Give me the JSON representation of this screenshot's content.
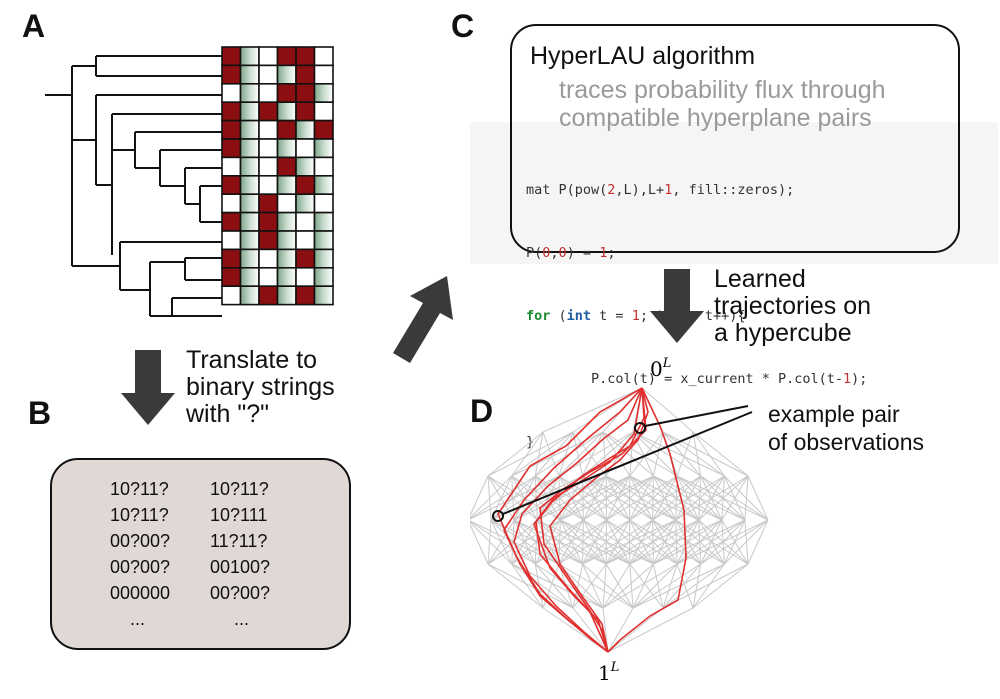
{
  "panels": {
    "a": {
      "letter": "A"
    },
    "b": {
      "letter": "B",
      "caption": [
        "Translate to",
        "binary strings",
        "with \"?\""
      ],
      "strings_left": [
        "10?11?",
        "10?11?",
        "00?00?",
        "00?00?",
        "000000",
        "..."
      ],
      "strings_right": [
        "10?11?",
        "10?111",
        "11?11?",
        "00100?",
        "00?00?",
        "..."
      ]
    },
    "c": {
      "letter": "C",
      "title": "HyperLAU algorithm",
      "subtitle": [
        "traces probability flux through",
        "compatible hyperplane pairs"
      ],
      "code": [
        "mat P(pow(2,L),L+1, fill::zeros);",
        "P(0,0) = 1;",
        "for (int t = 1; t<=L; t++){",
        "        P.col(t) = x_current * P.col(t-1);",
        "}"
      ],
      "caption": [
        "Learned",
        "trajectories on",
        "a hypercube"
      ]
    },
    "d": {
      "letter": "D",
      "top_label": "0",
      "bottom_label": "1",
      "exponent": "L",
      "annotation": [
        "example pair",
        "of observations"
      ]
    }
  },
  "colors": {
    "dark_red": "#8b0f10",
    "cell_green": "#a9c9b2",
    "trajectory_red": "#e03030",
    "grid_grey": "#c8c8c8",
    "arrow_grey": "#3a3a3a"
  },
  "matrix": {
    "rows": [
      "RGWRRW",
      "RGWGRW",
      "WGWRRG",
      "RGRGRW",
      "RGWRGR",
      "RGWGWG",
      "WGWRGW",
      "RGWGRG",
      "WGRWGW",
      "RGRGWG",
      "WGRGWG",
      "RGWGRG",
      "RGWGWG",
      "WGRGRG"
    ]
  }
}
